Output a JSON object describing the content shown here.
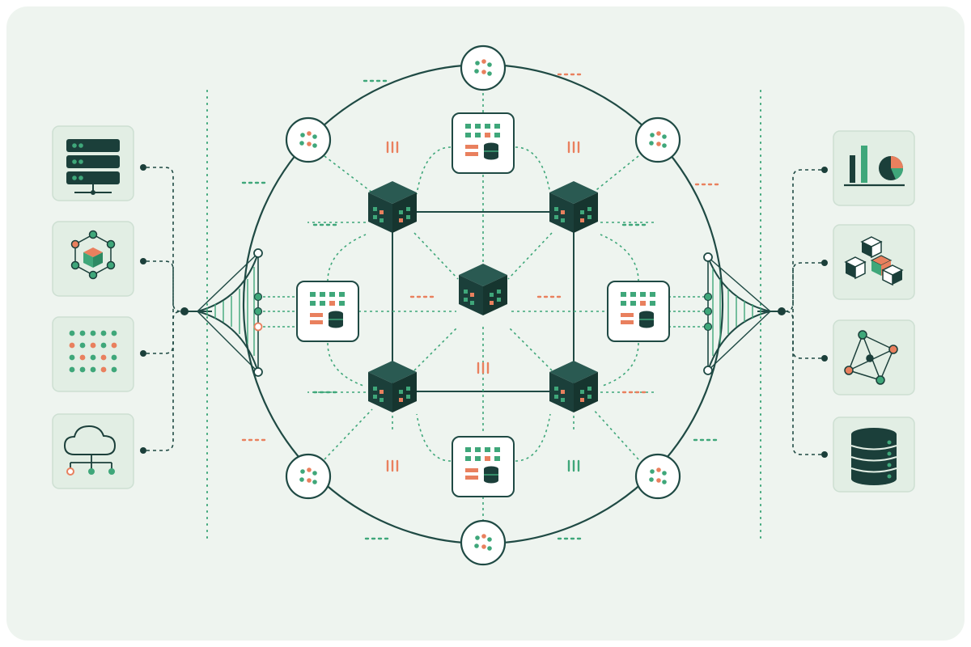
{
  "colors": {
    "page_bg": "#eef4ef",
    "panel_bg": "#eef4ef",
    "card_bg": "#e2eee4",
    "card_border": "#cddfd2",
    "dark": "#1b3f3a",
    "green": "#3fa77a",
    "orange": "#e9805e",
    "line": "#1f4a44",
    "white": "#ffffff"
  },
  "left_sources": [
    {
      "icon": "server-rack-icon"
    },
    {
      "icon": "cube-network-icon"
    },
    {
      "icon": "dot-grid-icon"
    },
    {
      "icon": "cloud-network-icon"
    }
  ],
  "right_outputs": [
    {
      "icon": "bar-pie-chart-icon"
    },
    {
      "icon": "stacked-cubes-icon"
    },
    {
      "icon": "graph-network-icon"
    },
    {
      "icon": "database-stack-icon"
    }
  ],
  "ring_nodes": [
    "top",
    "top-left",
    "top-right",
    "bottom-left",
    "bottom-right",
    "bottom"
  ],
  "compute_cubes": [
    "top-left",
    "top-right",
    "center",
    "bottom-left",
    "bottom-right"
  ],
  "storage_cards": [
    "top",
    "left",
    "right",
    "bottom"
  ]
}
